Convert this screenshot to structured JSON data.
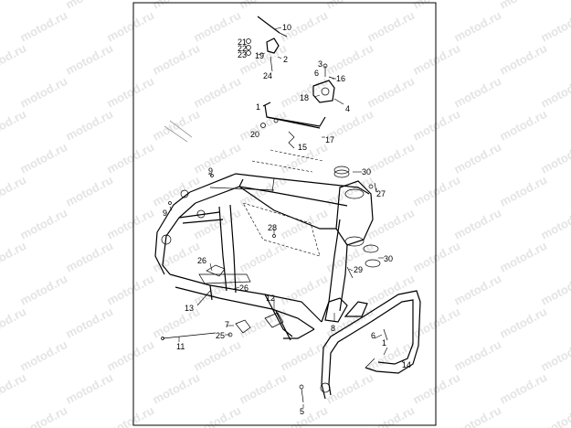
{
  "watermark": {
    "text": "motod.ru"
  },
  "diagram": {
    "callouts": [
      "10",
      "21",
      "22",
      "23",
      "19",
      "2",
      "24",
      "3",
      "6",
      "16",
      "18",
      "4",
      "1",
      "17",
      "20",
      "15",
      "30",
      "27",
      "9",
      "9",
      "28",
      "26",
      "29",
      "30",
      "26",
      "12",
      "13",
      "7",
      "25",
      "11",
      "8",
      "6",
      "1",
      "14",
      "5"
    ]
  },
  "colors": {
    "line": "#000000",
    "watermark": "#cfcfcf",
    "background": "#ffffff"
  }
}
